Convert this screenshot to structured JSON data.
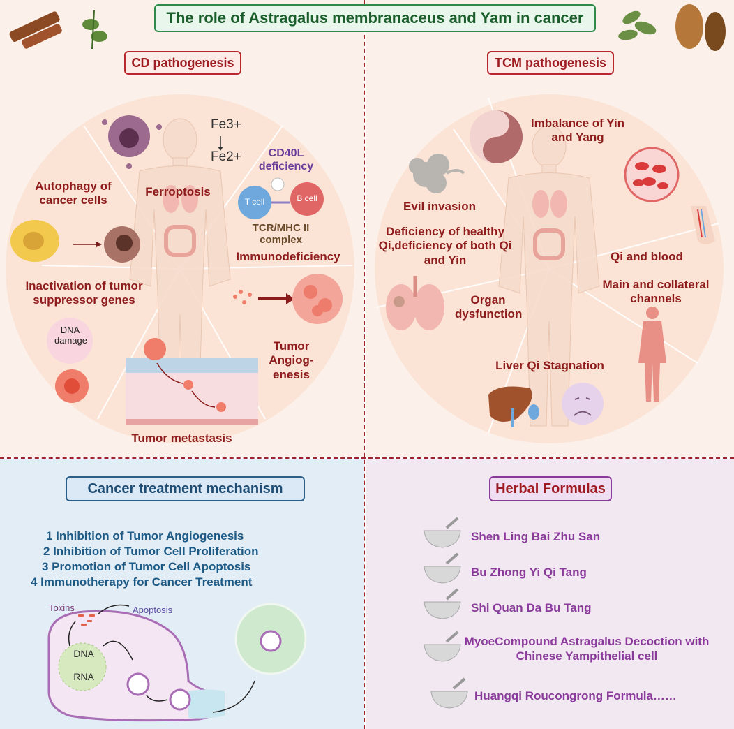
{
  "title": "The role of Astragalus membranaceus and Yam in cancer",
  "cd_section": {
    "title": "CD pathogenesis",
    "labels": {
      "autophagy": "Autophagy of cancer cells",
      "ferroptosis": "Ferroptosis",
      "fe3": "Fe3+",
      "fe2": "Fe2+",
      "cd40l": "CD40L deficiency",
      "t_cell": "T cell",
      "b_cell": "B cell",
      "tcr_mhc": "TCR/MHC II complex",
      "immunodeficiency": "Immunodeficiency",
      "inactivation": "Inactivation of tumor suppressor genes",
      "dna_damage": "DNA damage",
      "tumor_angiogenesis": "Tumor Angiog- enesis",
      "tumor_metastasis": "Tumor metastasis"
    }
  },
  "tcm_section": {
    "title": "TCM pathogenesis",
    "labels": {
      "imbalance": "Imbalance of Yin and Yang",
      "evil_invasion": "Evil invasion",
      "deficiency": "Deficiency of healthy Qi,deficiency of both Qi and Yin",
      "qi_blood": "Qi and blood",
      "organ_dysfunction": "Organ dysfunction",
      "channels": "Main and collateral channels",
      "liver_qi": "Liver Qi Stagnation"
    }
  },
  "treatment_section": {
    "title": "Cancer treatment mechanism",
    "items": [
      "1 Inhibition of Tumor Angiogenesis",
      "2 Inhibition of Tumor Cell Proliferation",
      "3 Promotion of Tumor Cell Apoptosis",
      "4 Immunotherapy for Cancer Treatment"
    ],
    "labels": {
      "toxins": "Toxins",
      "apoptosis": "Apoptosis",
      "dna": "DNA",
      "rna": "RNA"
    }
  },
  "herbal_section": {
    "title": "Herbal Formulas",
    "items": [
      "Shen Ling Bai Zhu San",
      "Bu Zhong Yi Qi Tang",
      "Shi Quan Da Bu Tang",
      "MyoeCompound Astragalus Decoction with Chinese Yampithelial cell",
      "Huangqi Roucongrong Formula……"
    ]
  },
  "colors": {
    "accent_red": "#a0242c",
    "title_green": "#2f8a4a",
    "treatment_blue": "#1d5a86",
    "formula_purple": "#8a3a9a"
  }
}
